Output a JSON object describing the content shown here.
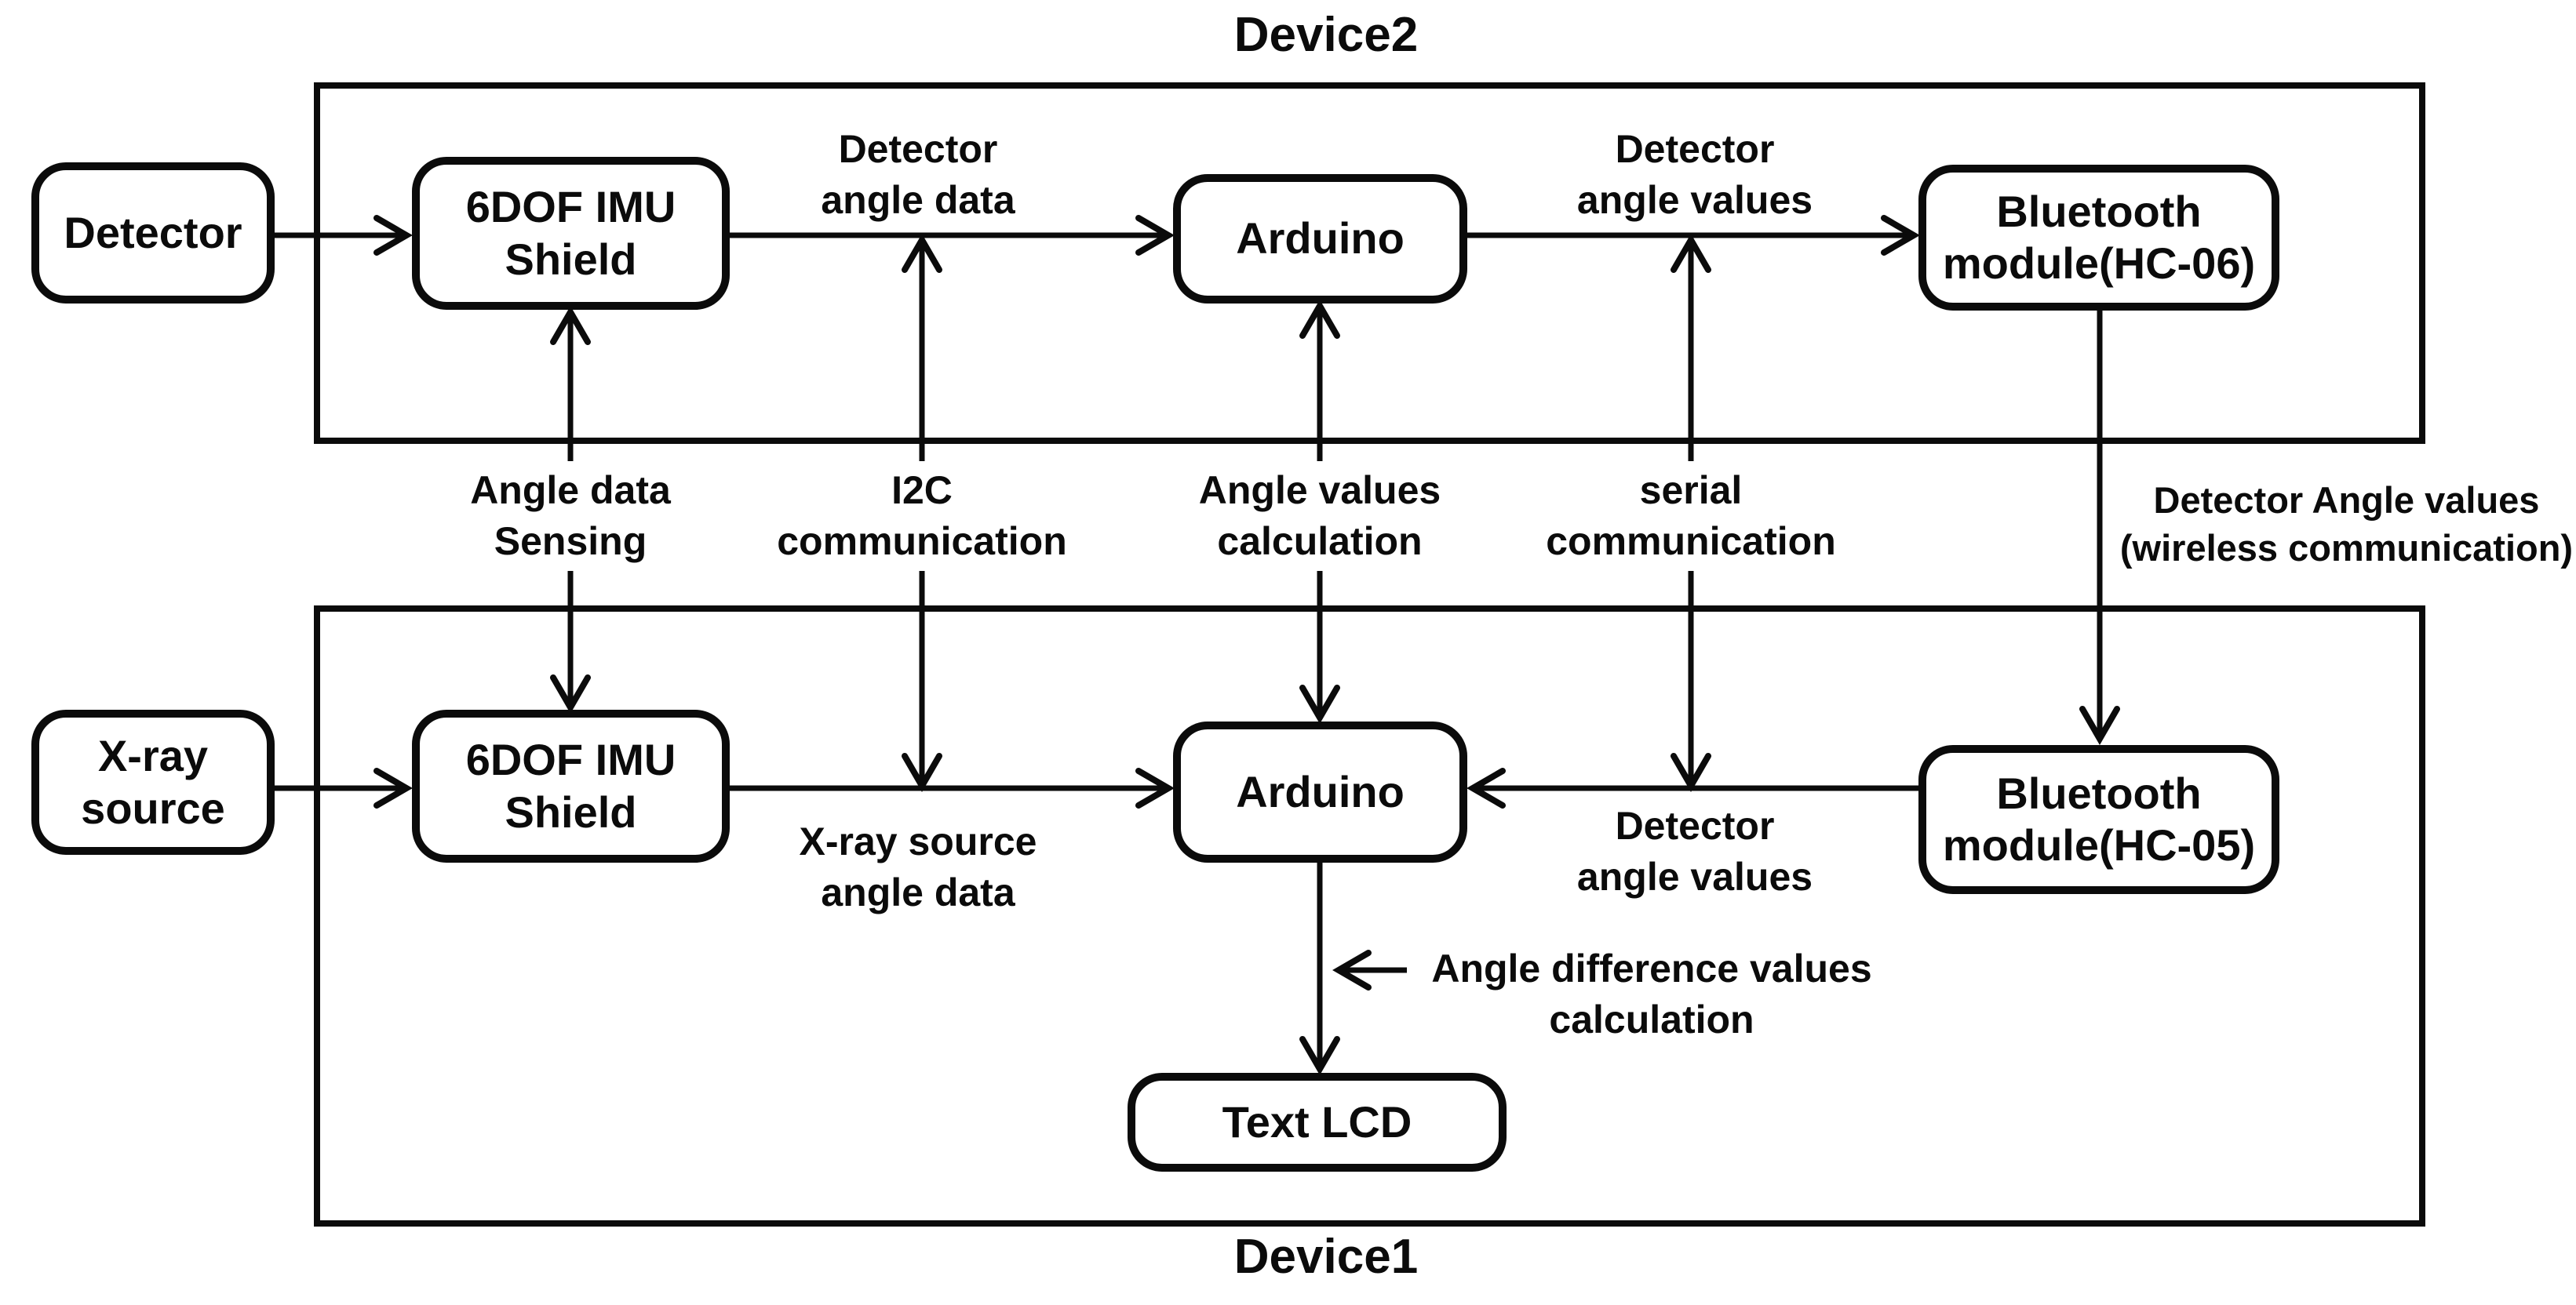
{
  "devices": {
    "device2": {
      "title": "Device2"
    },
    "device1": {
      "title": "Device1"
    }
  },
  "boxes": {
    "detector": "Detector",
    "imu_shield_top": "6DOF IMU\nShield",
    "arduino_top": "Arduino",
    "bluetooth_hc06": "Bluetooth\nmodule(HC-06)",
    "xray_source": "X-ray\nsource",
    "imu_shield_bottom": "6DOF IMU\nShield",
    "arduino_bottom": "Arduino",
    "bluetooth_hc05": "Bluetooth\nmodule(HC-05)",
    "text_lcd": "Text LCD"
  },
  "labels": {
    "detector_angle_data": "Detector\nangle data",
    "detector_angle_values_top": "Detector\nangle values",
    "angle_data_sensing": "Angle data\nSensing",
    "i2c_communication": "I2C\ncommunication",
    "angle_values_calculation": "Angle values\ncalculation",
    "serial_communication": "serial\ncommunication",
    "wireless_communication": "Detector Angle values\n(wireless communication)",
    "xray_source_angle_data": "X-ray source\nangle data",
    "detector_angle_values_bottom": "Detector\nangle values",
    "angle_difference_calculation": "Angle difference values\ncalculation"
  },
  "colors": {
    "line": "#0b0b0b",
    "text": "#0b0b0b",
    "box_background": "#ffffff",
    "page_background": "#ffffff"
  }
}
